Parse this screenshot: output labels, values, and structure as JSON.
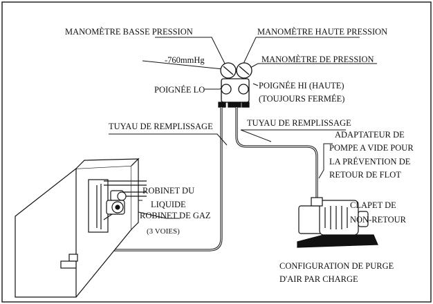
{
  "labels": {
    "low_gauge": "MANOMÈTRE BASSE PRESSION",
    "high_gauge": "MANOMÈTRE HAUTE PRESSION",
    "vacuum_reading": "-760mmHg",
    "pressure_gauge": "MANOMÈTRE DE PRESSION",
    "lo_handle": "POIGNÉE LO",
    "hi_handle_line1": "POIGNÉE HI (HAUTE)",
    "hi_handle_line2": "(TOUJOURS FERMÉE)",
    "charge_hose_left": "TUYAU DE REMPLISSAGE",
    "charge_hose_right": "TUYAU DE REMPLISSAGE",
    "adapter_line1": "ADAPTATEUR DE",
    "adapter_line2": "POMPE A VIDE POUR",
    "adapter_line3": "LA PRÉVENTION DE",
    "adapter_line4": "RETOUR DE FLOT",
    "liquid_valve_line1": "ROBINET DU",
    "liquid_valve_line2": "LIQUIDE",
    "gas_valve_line1": "ROBINET DE GAZ",
    "gas_valve_line2": "(3 VOIES)",
    "check_valve_line1": "CLAPET DE",
    "check_valve_line2": "NON-RETOUR",
    "caption_line1": "CONFIGURATION DE PURGE",
    "caption_line2": "D'AIR PAR CHARGE"
  }
}
